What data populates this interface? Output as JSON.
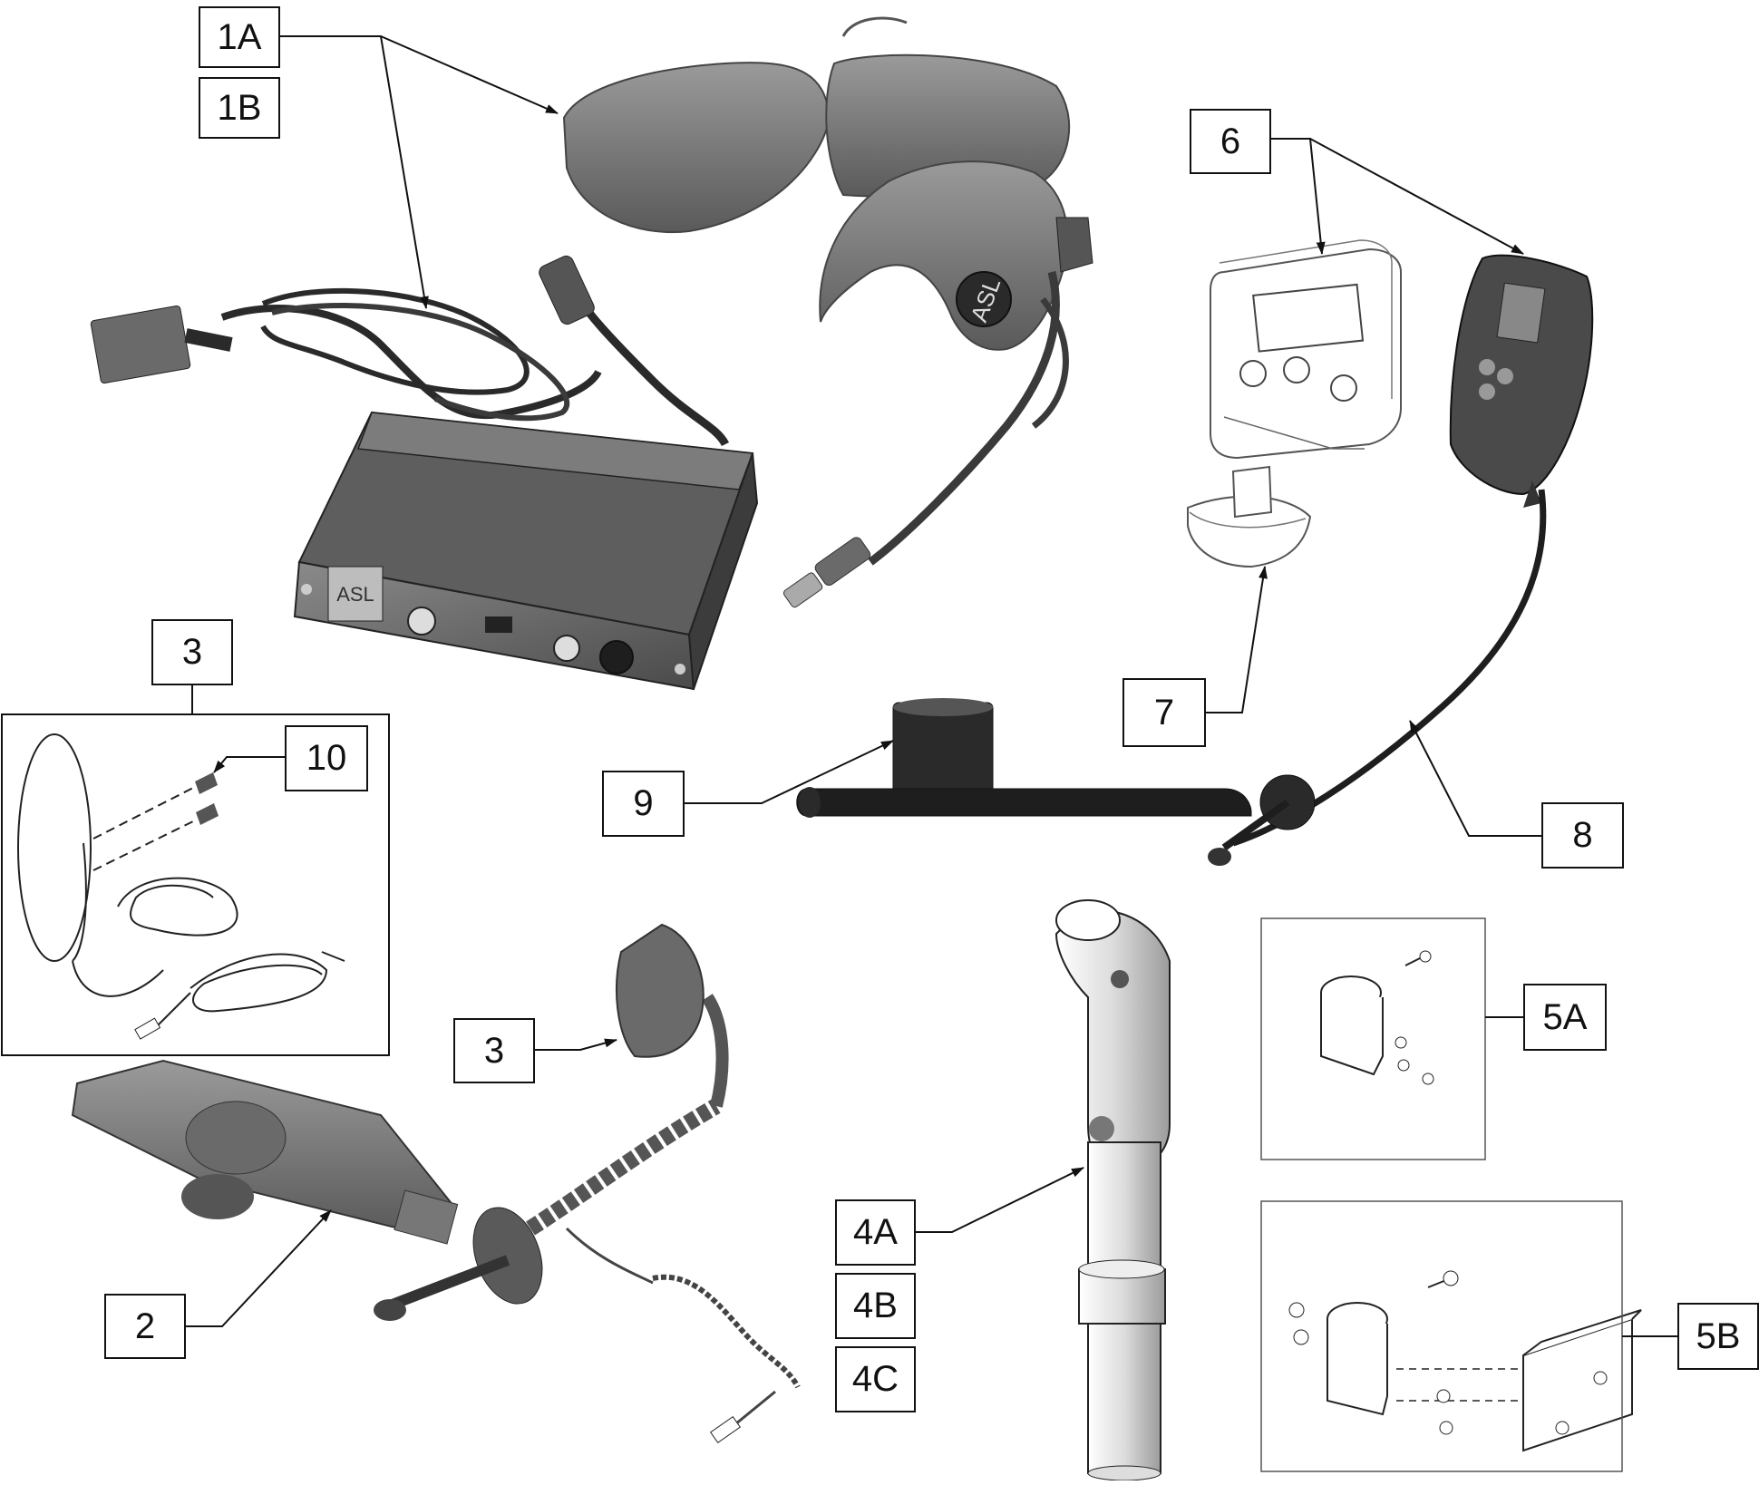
{
  "labels": {
    "l1a": "1A",
    "l1b": "1B",
    "l6": "6",
    "l3_top": "3",
    "l10": "10",
    "l7": "7",
    "l9": "9",
    "l8": "8",
    "l3_mid": "3",
    "l4a": "4A",
    "l4b": "4B",
    "l4c": "4C",
    "l5a": "5A",
    "l5b": "5B",
    "l2": "2"
  },
  "device_markings": {
    "logo_text": "ASL"
  }
}
